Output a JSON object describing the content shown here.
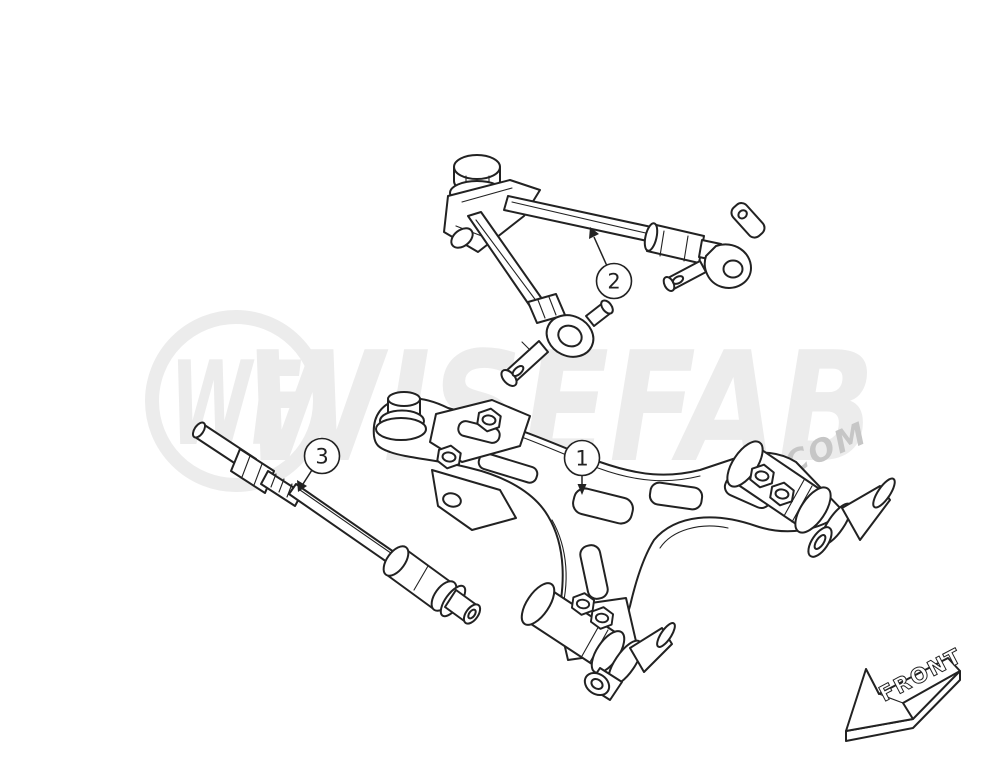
{
  "diagram": {
    "background_color": "#ffffff",
    "line_color": "#222222",
    "watermark": {
      "monogram": "WF",
      "brand": "WISEFAB",
      "suffix": ".COM",
      "brand_color": "#ececec",
      "suffix_color": "#c6c6c6"
    },
    "front_indicator": {
      "label": "FRONT"
    },
    "callouts": [
      {
        "number": "1"
      },
      {
        "number": "2"
      },
      {
        "number": "3"
      }
    ]
  }
}
